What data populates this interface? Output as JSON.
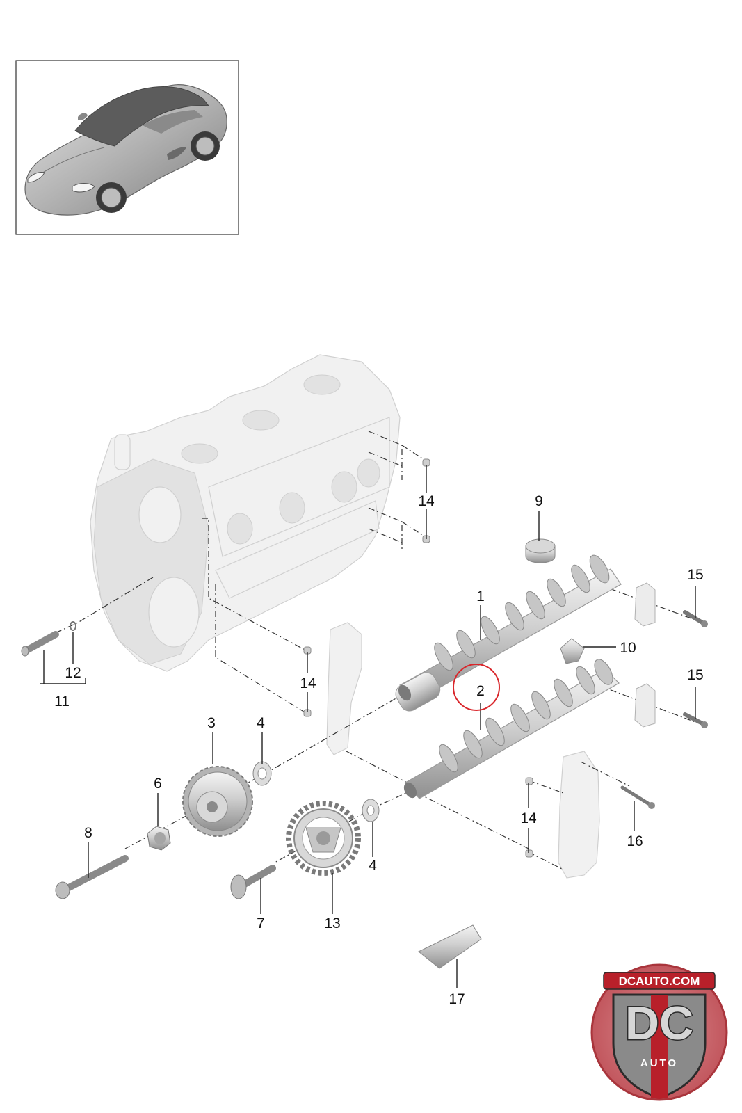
{
  "diagram": {
    "callouts": [
      {
        "id": "c1",
        "label": "1"
      },
      {
        "id": "c2",
        "label": "2"
      },
      {
        "id": "c3",
        "label": "3"
      },
      {
        "id": "c4a",
        "label": "4"
      },
      {
        "id": "c4b",
        "label": "4"
      },
      {
        "id": "c6",
        "label": "6"
      },
      {
        "id": "c7",
        "label": "7"
      },
      {
        "id": "c8",
        "label": "8"
      },
      {
        "id": "c9",
        "label": "9"
      },
      {
        "id": "c10",
        "label": "10"
      },
      {
        "id": "c11",
        "label": "11"
      },
      {
        "id": "c12",
        "label": "12"
      },
      {
        "id": "c13",
        "label": "13"
      },
      {
        "id": "c14a",
        "label": "14"
      },
      {
        "id": "c14b",
        "label": "14"
      },
      {
        "id": "c14c",
        "label": "14"
      },
      {
        "id": "c15a",
        "label": "15"
      },
      {
        "id": "c15b",
        "label": "15"
      },
      {
        "id": "c16",
        "label": "16"
      },
      {
        "id": "c17",
        "label": "17"
      }
    ],
    "highlighted_callout": "2",
    "highlight_color": "#d9262b"
  },
  "watermark": {
    "site": "DCAUTO.COM",
    "brand": "DC",
    "sub": "AUTO",
    "colors": {
      "red": "#b8202a",
      "grey": "#8a8a8a",
      "dark": "#2b2b2b"
    }
  }
}
